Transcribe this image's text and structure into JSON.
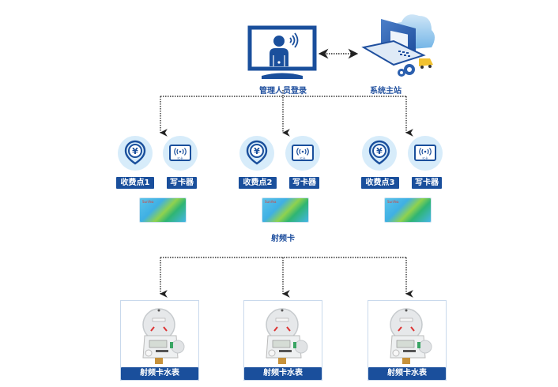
{
  "top": {
    "admin_label": "管理人员登录",
    "server_label": "系统主站"
  },
  "stations": [
    {
      "pay_label": "收费点1",
      "writer_label": "写卡器"
    },
    {
      "pay_label": "收费点2",
      "writer_label": "写卡器"
    },
    {
      "pay_label": "收费点3",
      "writer_label": "写卡器"
    }
  ],
  "card": {
    "label": "射频卡",
    "chip_text": "IC卡",
    "brand": "SunYea"
  },
  "meters": [
    {
      "label": "射频卡水表"
    },
    {
      "label": "射频卡水表"
    },
    {
      "label": "射频卡水表"
    }
  ],
  "colors": {
    "brand_blue": "#1a4f9c",
    "circle_bg": "#d7ecfa",
    "connector": "#222222"
  }
}
